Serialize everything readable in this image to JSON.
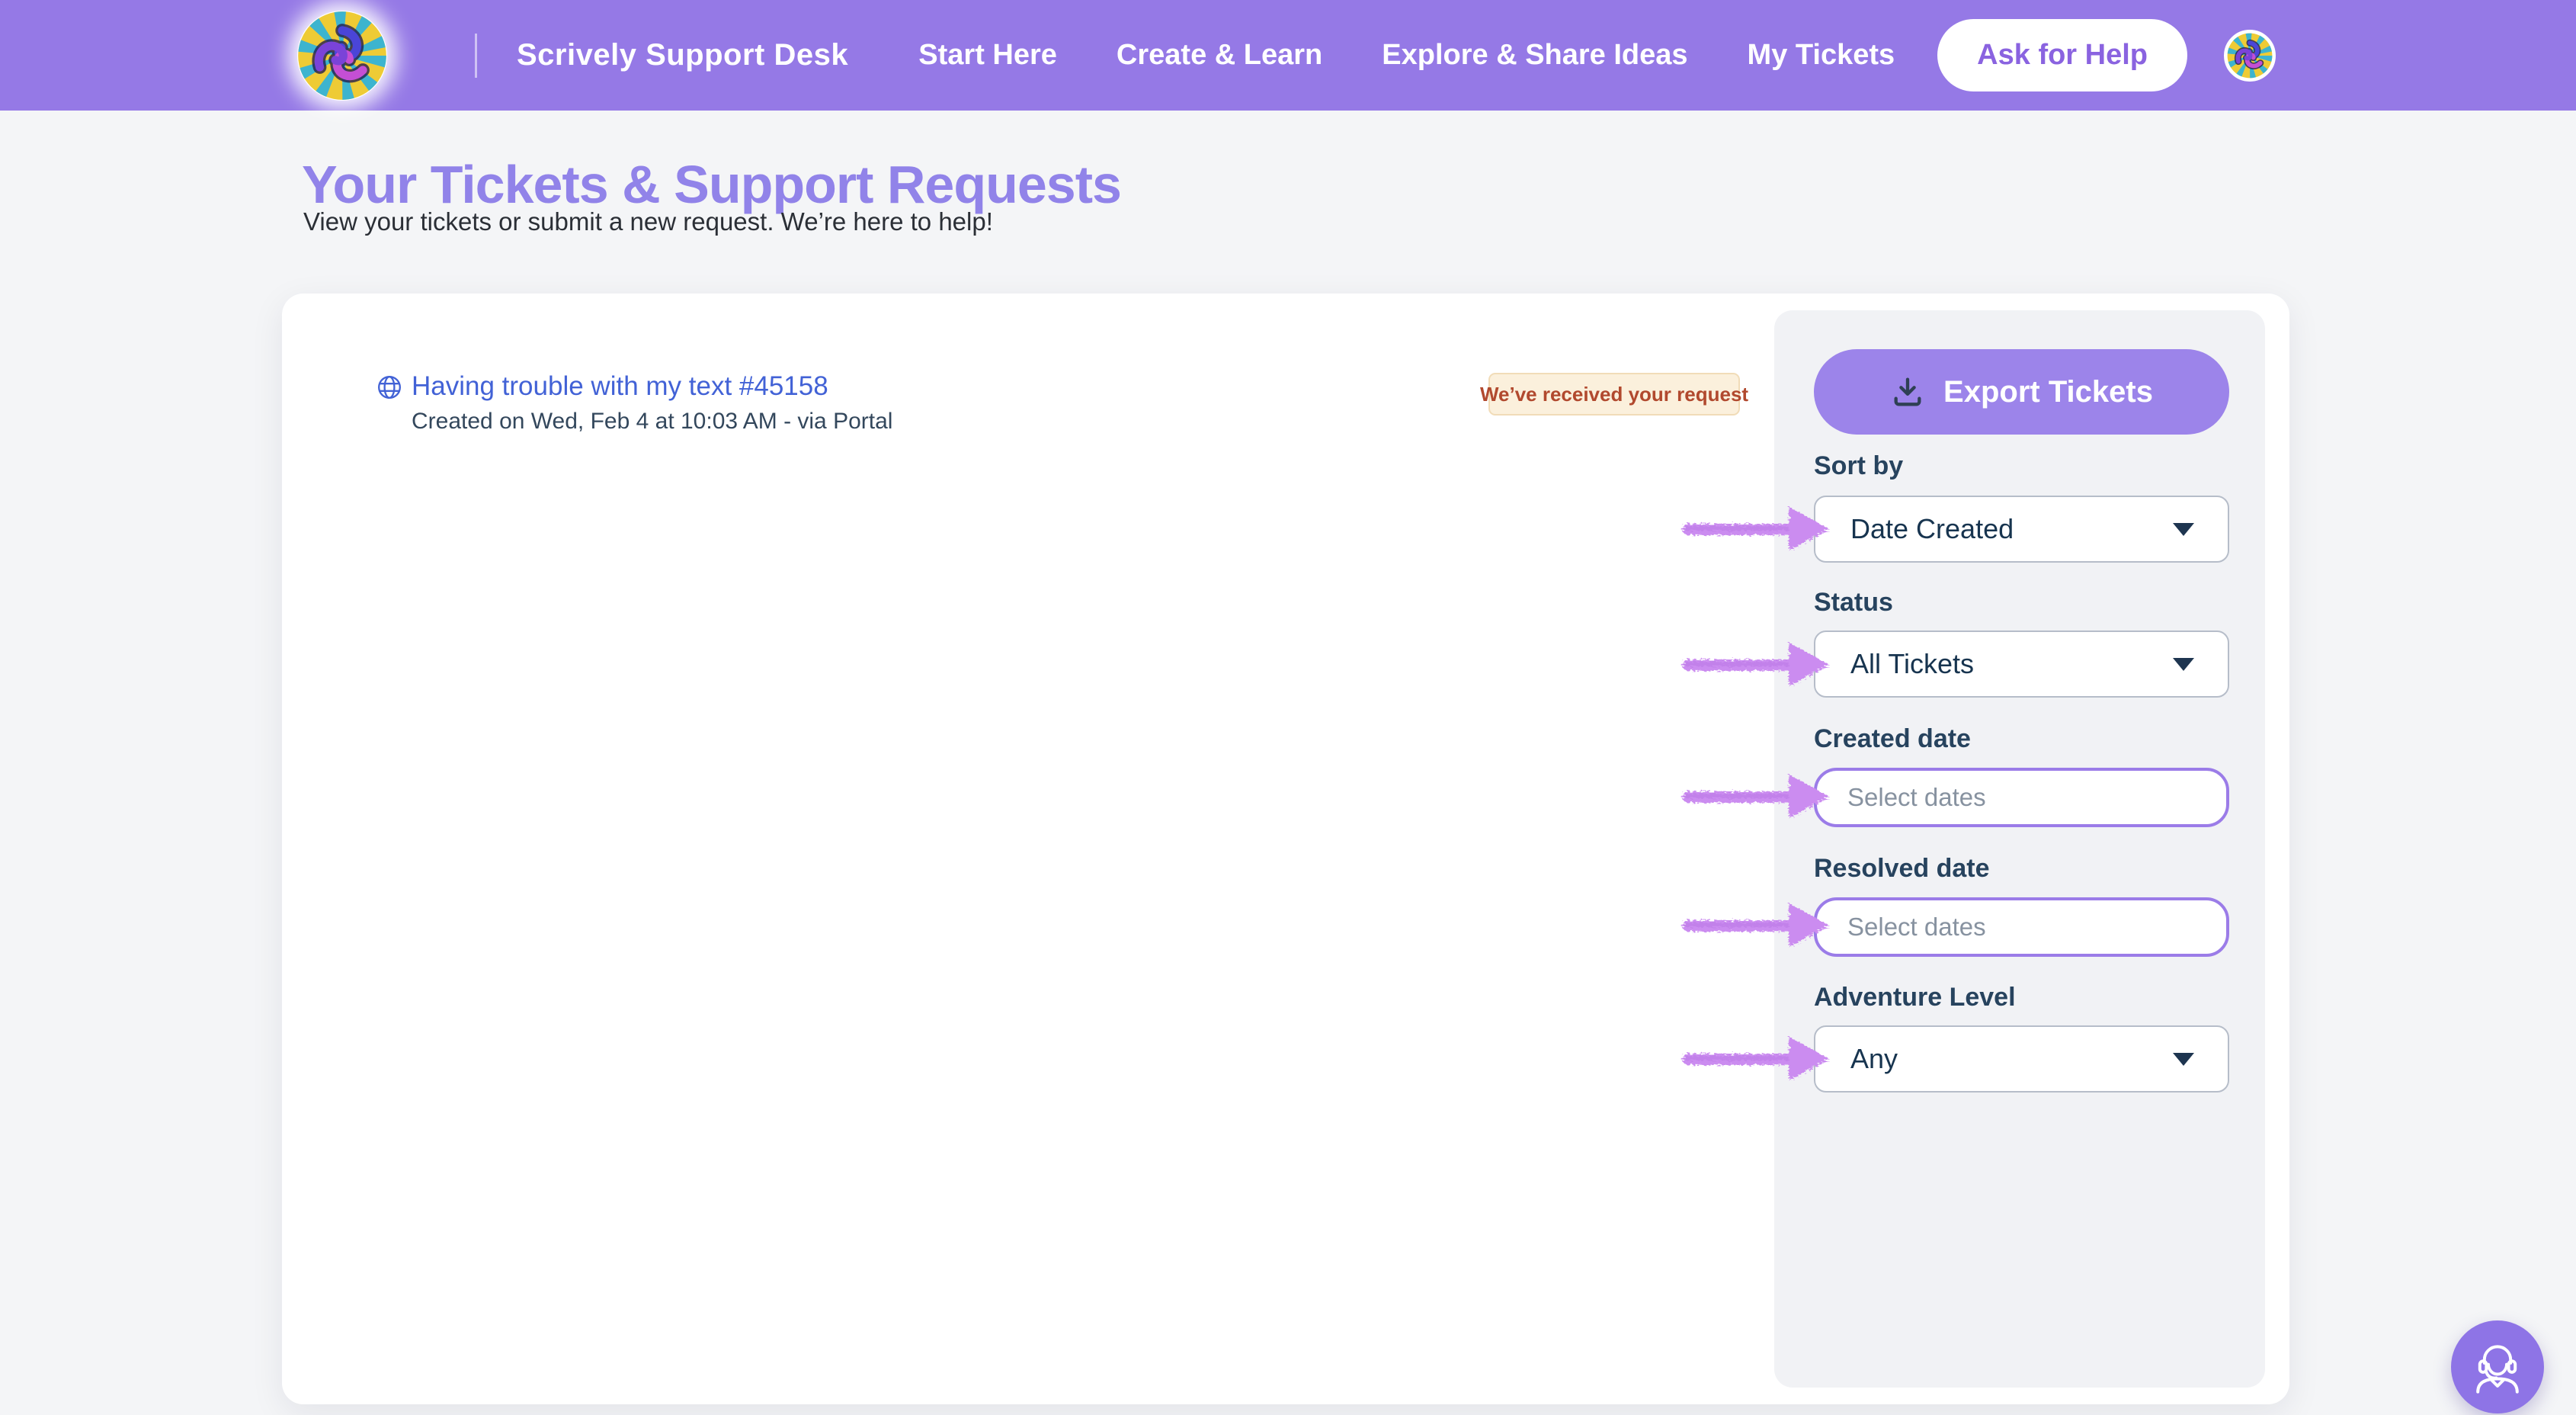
{
  "nav": {
    "brand": "Scrively Support Desk",
    "items": [
      "Start Here",
      "Create & Learn",
      "Explore & Share Ideas",
      "My Tickets"
    ],
    "cta": "Ask for Help"
  },
  "page": {
    "title": "Your Tickets & Support Requests",
    "subtitle": "View your tickets or submit a new request. We’re here to help!"
  },
  "ticket": {
    "title": "Having trouble with my text #45158",
    "meta": "Created on Wed, Feb 4 at 10:03 AM - via Portal",
    "status_badge": "We’ve received your request"
  },
  "sidebar": {
    "export_button": "Export Tickets",
    "filters": [
      {
        "label": "Sort by",
        "type": "select",
        "value": "Date Created"
      },
      {
        "label": "Status",
        "type": "select",
        "value": "All Tickets"
      },
      {
        "label": "Created date",
        "type": "date",
        "placeholder": "Select dates"
      },
      {
        "label": "Resolved date",
        "type": "date",
        "placeholder": "Select dates"
      },
      {
        "label": "Adventure Level",
        "type": "select",
        "value": "Any"
      }
    ]
  },
  "colors": {
    "navbar_purple": "#9579e6",
    "title_purple": "#9183e9",
    "export_button_purple": "#9c84ea",
    "arrow_purple": "#cb8cf0",
    "link_blue": "#4262d6",
    "label_navy": "#27435e",
    "badge_text": "#b1492e",
    "badge_bg": "#fbf0dc",
    "date_border_purple": "#9b7ce8"
  }
}
